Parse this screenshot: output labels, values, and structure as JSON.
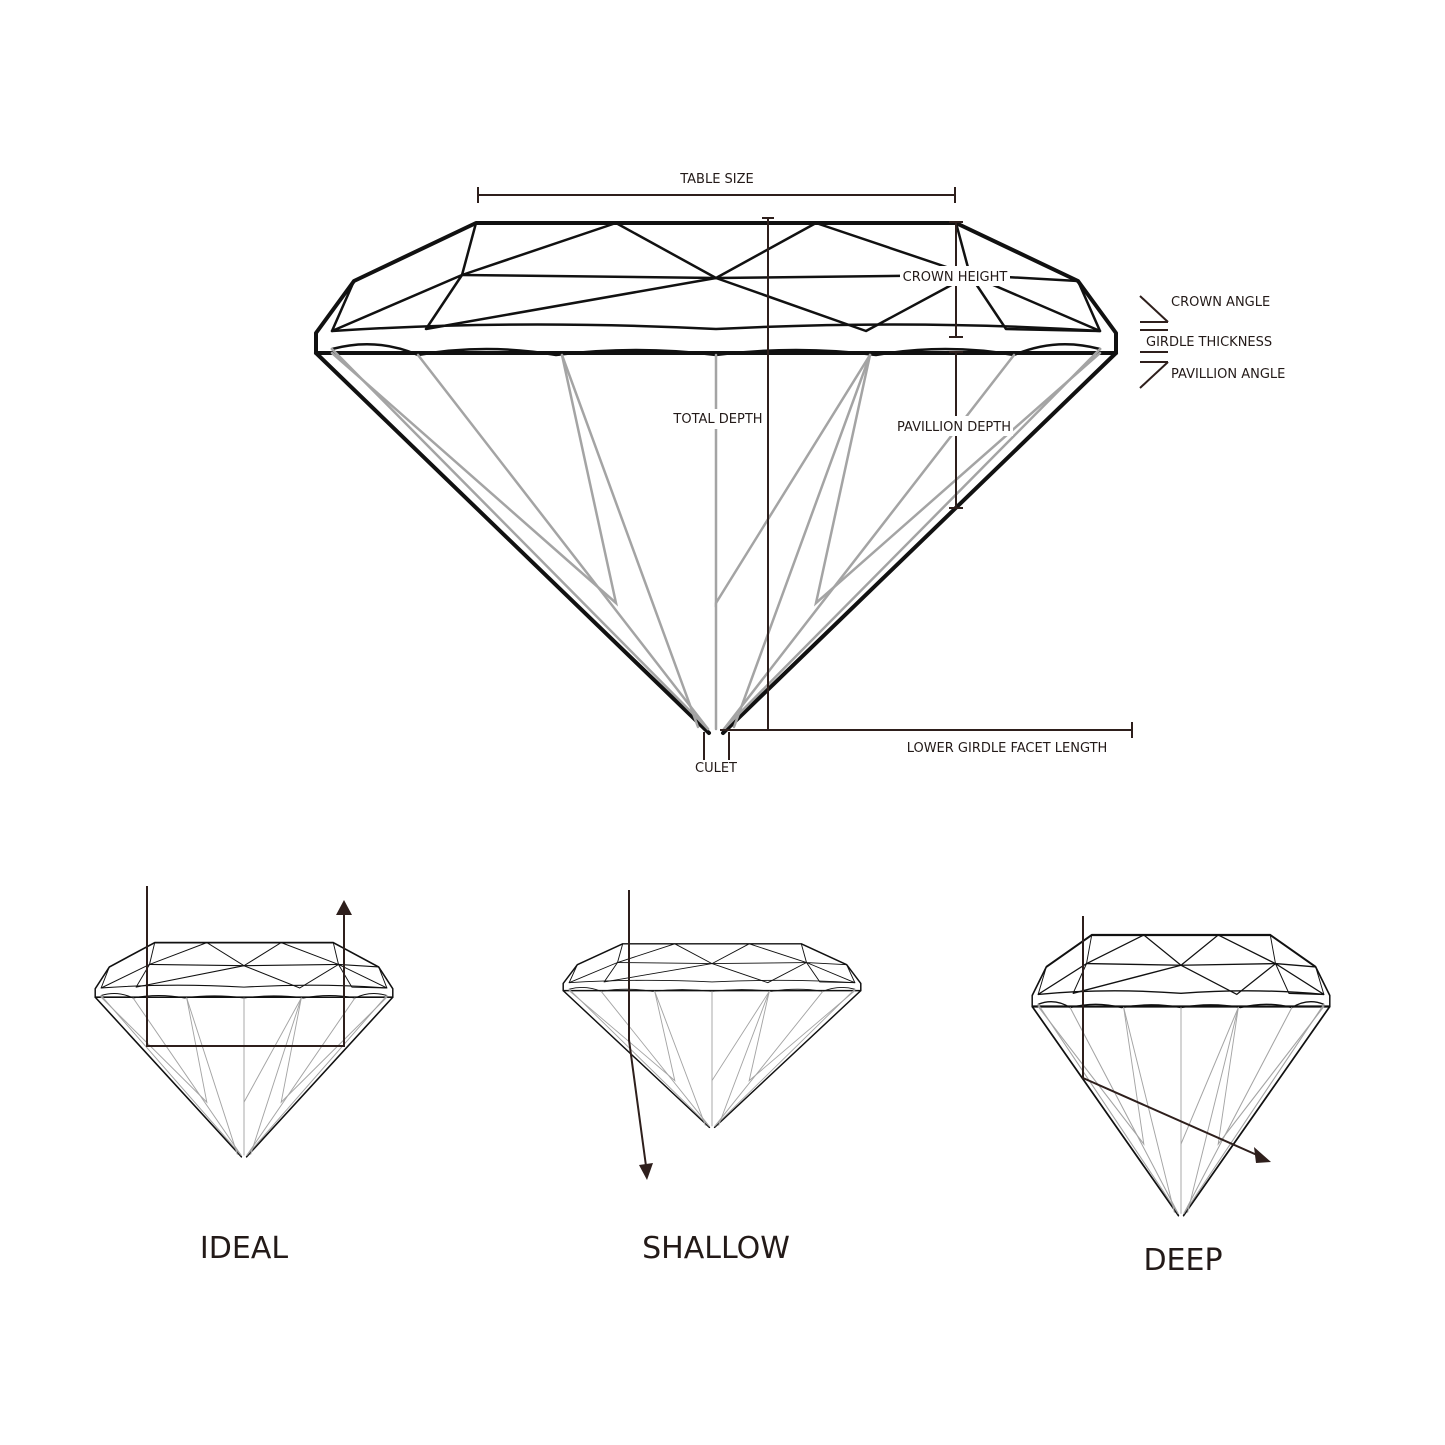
{
  "labels": {
    "table_size": "TABLE SIZE",
    "crown_height": "CROWN HEIGHT",
    "crown_angle": "CROWN ANGLE",
    "girdle_thickness": "GIRDLE THICKNESS",
    "pavillion_angle": "PAVILLION ANGLE",
    "total_depth": "TOTAL DEPTH",
    "pavillion_depth": "PAVILLION DEPTH",
    "culet": "CULET",
    "lower_girdle_facet_length": "LOWER GIRDLE FACET LENGTH"
  },
  "examples": [
    {
      "label": "IDEAL"
    },
    {
      "label": "SHALLOW"
    },
    {
      "label": "DEEP"
    }
  ],
  "colors": {
    "outline": "#111111",
    "pavilion_facets": "#a4a4a4",
    "dimension_lines": "#2e1f1c"
  }
}
